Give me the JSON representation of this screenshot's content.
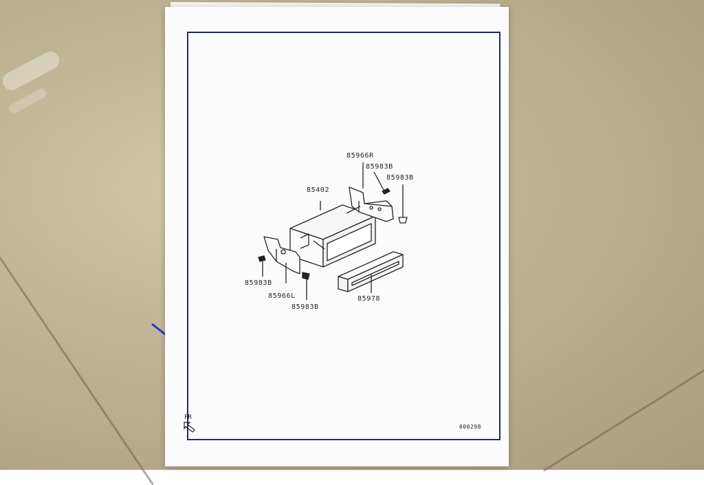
{
  "diagram": {
    "part_labels": {
      "bracket_right": "85966R",
      "screw_right_upper": "85983B",
      "screw_right_lower": "85983B",
      "pocket": "85402",
      "screw_left": "85983B",
      "bracket_left": "85966L",
      "screw_left_lower": "85983B",
      "bezel": "85978"
    },
    "orientation_mark": "FR",
    "diagram_code": "000298"
  },
  "colors": {
    "frame_border": "#222a5a",
    "line_art": "#222222",
    "floor": "#bdb393",
    "pen_mark": "#2a38c8"
  },
  "icons": [
    "arrow-up-left-icon"
  ]
}
